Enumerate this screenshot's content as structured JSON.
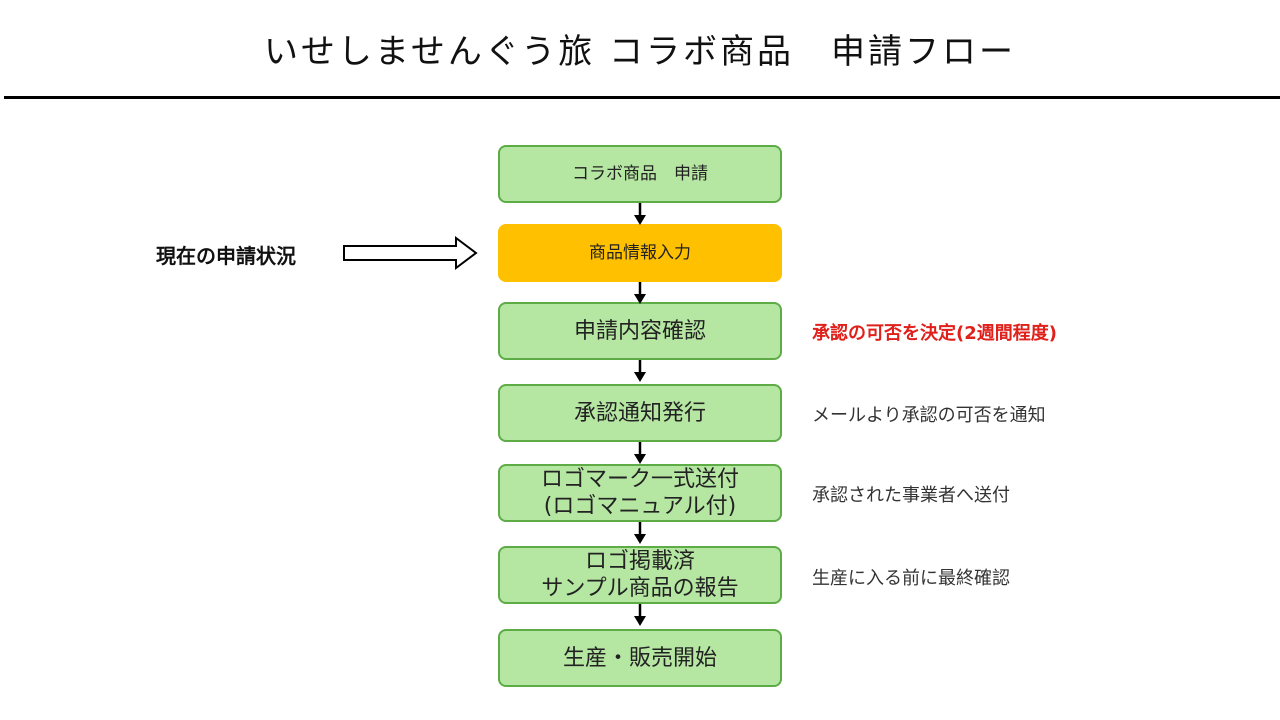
{
  "title": "いせしませんぐう旅 コラボ商品　申請フロー",
  "current_status_label": "現在の申請状況",
  "steps": [
    {
      "lines": [
        "コラボ商品　申請"
      ],
      "current": false
    },
    {
      "lines": [
        "商品情報入力"
      ],
      "current": true
    },
    {
      "lines": [
        "申請内容確認"
      ],
      "current": false,
      "note": "承認の可否を決定(2週間程度)"
    },
    {
      "lines": [
        "承認通知発行"
      ],
      "current": false,
      "note": "メールより承認の可否を通知"
    },
    {
      "lines": [
        "ロゴマーク一式送付",
        "(ロゴマニュアル付)"
      ],
      "current": false,
      "note": "承認された事業者へ送付"
    },
    {
      "lines": [
        "ロゴ掲載済",
        "サンプル商品の報告"
      ],
      "current": false,
      "note": "生産に入る前に最終確認"
    },
    {
      "lines": [
        "生産・販売開始"
      ],
      "current": false
    }
  ],
  "colors": {
    "step_fill": "#b5e6a2",
    "step_border": "#5dac46",
    "current_fill": "#ffc000",
    "highlight_note": "#e0201b"
  }
}
